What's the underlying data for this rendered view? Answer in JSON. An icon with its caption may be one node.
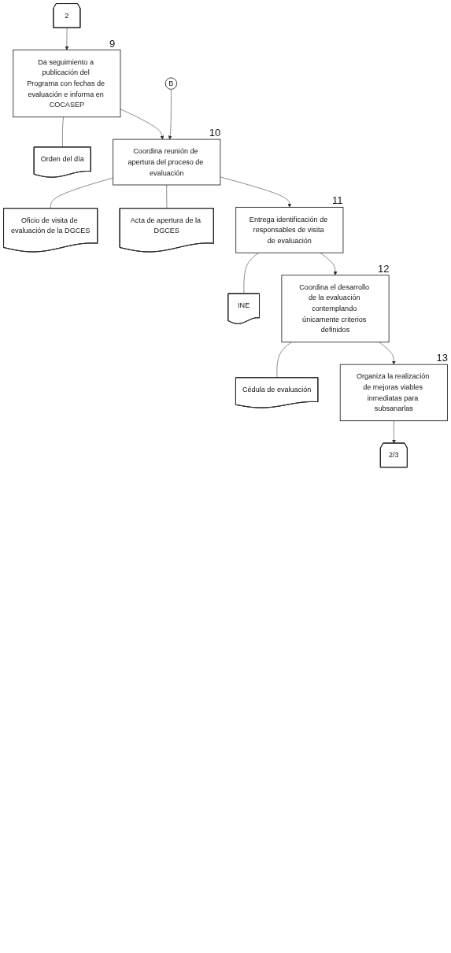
{
  "diagram": {
    "nodes": [
      {
        "text": [
          "2"
        ]
      },
      {
        "text": [
          "Da seguimiento a publicación del Programa con fechas de evaluación e informa en COCASEP"
        ],
        "beside": [
          "9"
        ]
      },
      {
        "text": [
          "Orden del día"
        ]
      },
      {
        "text": [
          "Coordina reunión de apertura del proceso de evaluación"
        ],
        "beside": [
          "10"
        ]
      },
      {
        "text": [
          "Oficio de visita de evaluación de la DGCES"
        ]
      },
      {
        "text": [
          "Acta de apertura de la DGCES"
        ]
      },
      {
        "text": [
          "B"
        ]
      },
      {
        "text": [
          "Entrega identificación de responsables de visita de evaluación"
        ],
        "beside": [
          "11"
        ]
      },
      {
        "text": [
          "INE"
        ]
      },
      {
        "text": [
          "Coordina el desarrollo de la evaluación contemplando únicamente criterios definidos"
        ],
        "beside": [
          "12"
        ]
      },
      {
        "text": [
          "Cédula de evaluación"
        ]
      },
      {
        "text": [
          "Organiza la realización de mejoras viables inmediatas para subsanarlas"
        ],
        "beside": [
          "13"
        ]
      },
      {
        "text": [
          "2/3"
        ]
      }
    ],
    "edges": [
      {
        "from": 0,
        "to": 1,
        "arrow": "to"
      },
      {
        "from": 1,
        "to": 2,
        "arrow": "none"
      },
      {
        "from": 1,
        "to": 3,
        "arrow": "to"
      },
      {
        "from": 6,
        "to": 3,
        "arrow": "to"
      },
      {
        "from": 3,
        "to": 4,
        "arrow": "none"
      },
      {
        "from": 3,
        "to": 5,
        "arrow": "none"
      },
      {
        "from": 3,
        "to": 7,
        "arrow": "to"
      },
      {
        "from": 7,
        "to": 8,
        "arrow": "none"
      },
      {
        "from": 7,
        "to": 9,
        "arrow": "to"
      },
      {
        "from": 9,
        "to": 10,
        "arrow": "none"
      },
      {
        "from": 9,
        "to": 11,
        "arrow": "to"
      },
      {
        "from": 11,
        "to": 12,
        "arrow": "to"
      }
    ]
  }
}
